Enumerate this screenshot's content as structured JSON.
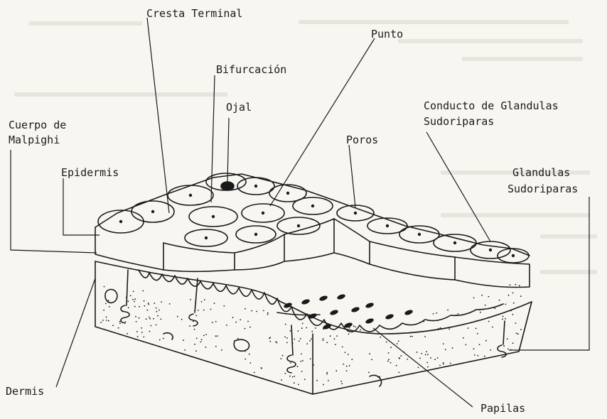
{
  "labels": {
    "cresta_terminal": "Cresta Terminal",
    "punto": "Punto",
    "bifurcacion": "Bifurcación",
    "ojal": "Ojal",
    "cuerpo_de_malpighi": [
      "Cuerpo de",
      "Malpighi"
    ],
    "epidermis": "Epidermis",
    "poros": "Poros",
    "conducto_de_glandulas_sudoriparas": [
      "Conducto de Glandulas",
      "Sudoriparas"
    ],
    "glandulas_sudoriparas": [
      "Glandulas",
      "Sudoriparas"
    ],
    "dermis": "Dermis",
    "papilas": "Papilas"
  },
  "colors": {
    "ink": "#1a1a1a",
    "paper": "#f7f6f1"
  }
}
